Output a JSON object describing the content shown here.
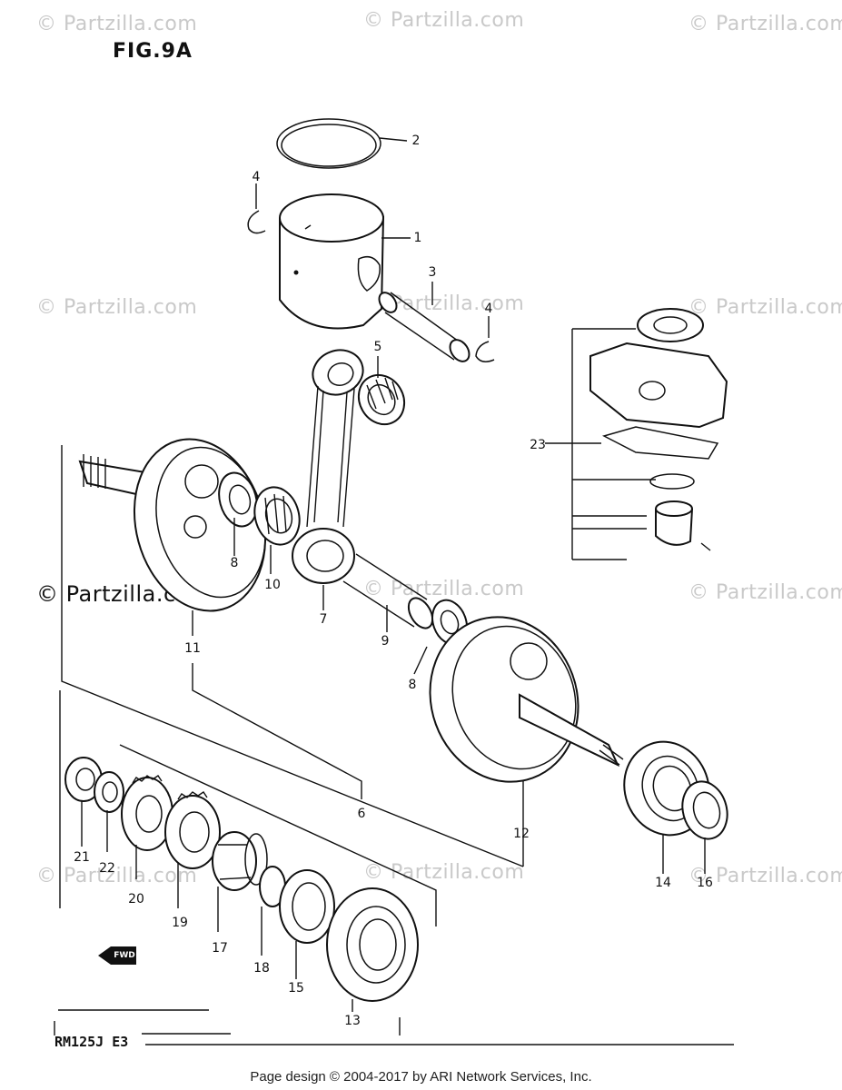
{
  "figure_title": "FIG.9A",
  "model_code": "RM125J E3",
  "footer_text": "Page design © 2004-2017 by ARI Network Services, Inc.",
  "watermark_text": "© Partzilla.com",
  "fwd_label": "FWD",
  "callouts": [
    {
      "id": "c1",
      "label": "1"
    },
    {
      "id": "c2",
      "label": "2"
    },
    {
      "id": "c3",
      "label": "3"
    },
    {
      "id": "c4a",
      "label": "4"
    },
    {
      "id": "c4b",
      "label": "4"
    },
    {
      "id": "c5",
      "label": "5"
    },
    {
      "id": "c6",
      "label": "6"
    },
    {
      "id": "c7",
      "label": "7"
    },
    {
      "id": "c8a",
      "label": "8"
    },
    {
      "id": "c8b",
      "label": "8"
    },
    {
      "id": "c9",
      "label": "9"
    },
    {
      "id": "c10",
      "label": "10"
    },
    {
      "id": "c11",
      "label": "11"
    },
    {
      "id": "c12",
      "label": "12"
    },
    {
      "id": "c13",
      "label": "13"
    },
    {
      "id": "c14",
      "label": "14"
    },
    {
      "id": "c15",
      "label": "15"
    },
    {
      "id": "c16",
      "label": "16"
    },
    {
      "id": "c17",
      "label": "17"
    },
    {
      "id": "c18",
      "label": "18"
    },
    {
      "id": "c19",
      "label": "19"
    },
    {
      "id": "c20",
      "label": "20"
    },
    {
      "id": "c21",
      "label": "21"
    },
    {
      "id": "c22",
      "label": "22"
    },
    {
      "id": "c23",
      "label": "23"
    }
  ]
}
